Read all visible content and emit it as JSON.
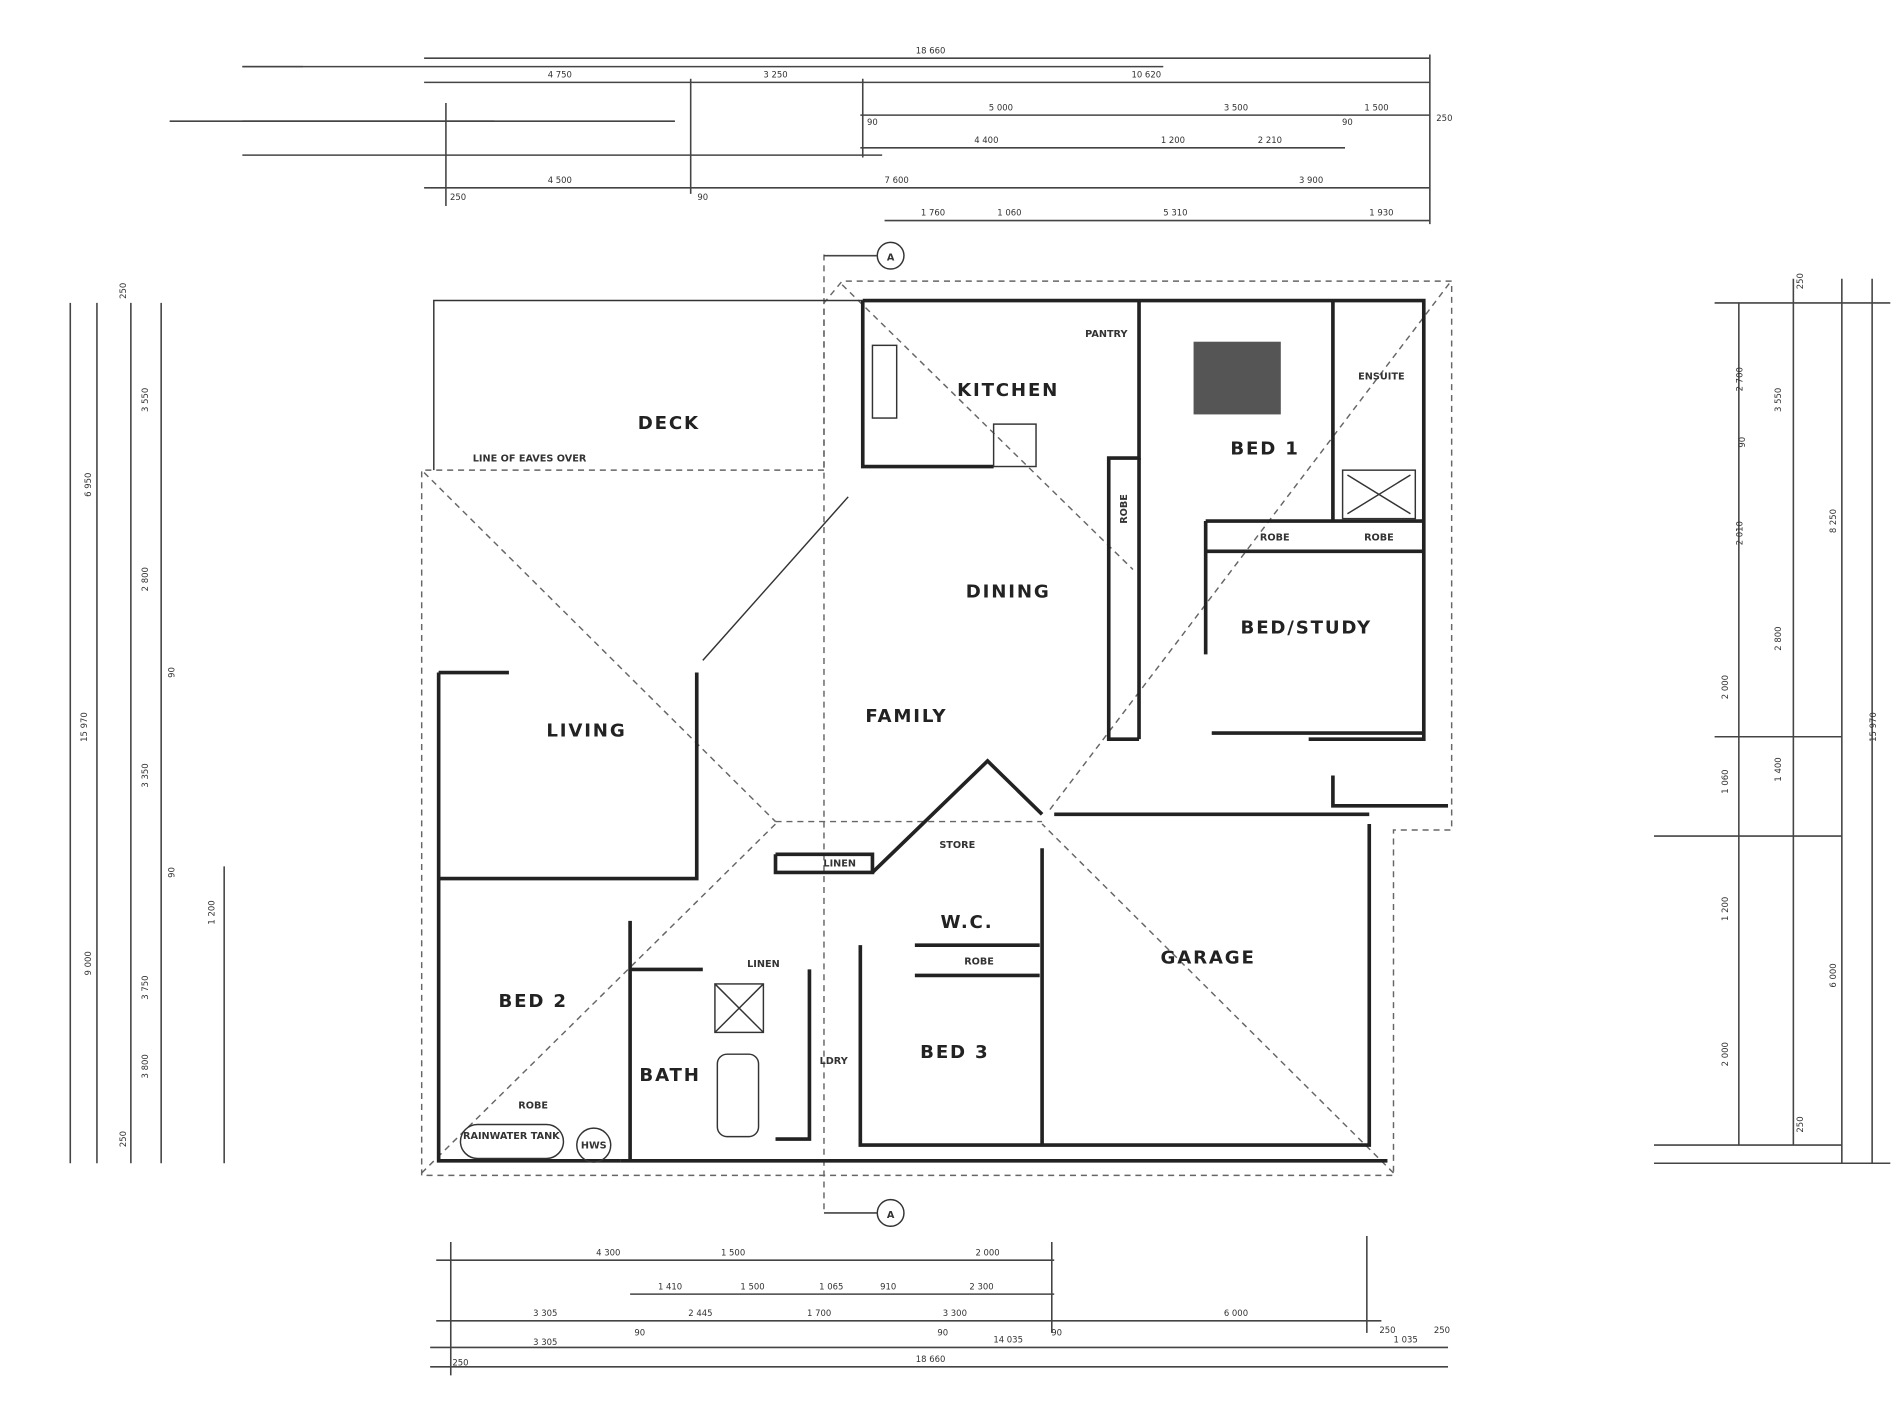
{
  "rooms": [
    {
      "label": "DECK"
    },
    {
      "label": "KITCHEN"
    },
    {
      "label": "BED 1"
    },
    {
      "label": "DINING"
    },
    {
      "label": "BED/STUDY"
    },
    {
      "label": "LIVING"
    },
    {
      "label": "FAMILY"
    },
    {
      "label": "GARAGE"
    },
    {
      "label": "BED 2"
    },
    {
      "label": "BED 3"
    },
    {
      "label": "BATH"
    },
    {
      "label": "W.C."
    }
  ],
  "small_labels": [
    {
      "label": "ENSUITE"
    },
    {
      "label": "PANTRY"
    },
    {
      "label": "ROBE"
    },
    {
      "label": "ROBE"
    },
    {
      "label": "LINEN"
    },
    {
      "label": "STORE"
    },
    {
      "label": "LINEN"
    },
    {
      "label": "ROBE"
    },
    {
      "label": "ROBE"
    },
    {
      "label": "LDRY"
    },
    {
      "label": "RAINWATER TANK"
    },
    {
      "label": "HWS"
    },
    {
      "label": "LINE OF EAVES OVER"
    },
    {
      "label": "ROBE"
    }
  ],
  "section_markers": [
    {
      "label": "A"
    },
    {
      "label": "A"
    }
  ],
  "dimensions_top": [
    "18 660",
    "4 750",
    "3 250",
    "10 620",
    "5 000",
    "3 500",
    "1 500",
    "4 400",
    "1 200",
    "2 210",
    "4 500",
    "7 600",
    "3 900",
    "1 760",
    "1 060",
    "5 310",
    "1 930",
    "250",
    "90",
    "90",
    "90",
    "250"
  ],
  "dimensions_bottom": [
    "4 300",
    "1 500",
    "2 000",
    "1 410",
    "1 500",
    "1 065",
    "910",
    "2 300",
    "3 305",
    "2 445",
    "1 700",
    "3 300",
    "6 000",
    "3 305",
    "14 035",
    "1 035",
    "18 660",
    "250",
    "90",
    "90",
    "90",
    "250",
    "250"
  ],
  "dimensions_left": [
    "15 970",
    "6 950",
    "3 550",
    "2 800",
    "3 350",
    "9 000",
    "3 750",
    "3 800",
    "1 200",
    "250",
    "250",
    "90",
    "90"
  ],
  "dimensions_right": [
    "15 970",
    "8 250",
    "2 700",
    "3 550",
    "2 010",
    "2 800",
    "2 000",
    "1 060",
    "1 400",
    "1 200",
    "6 000",
    "2 000",
    "250",
    "250",
    "90"
  ]
}
